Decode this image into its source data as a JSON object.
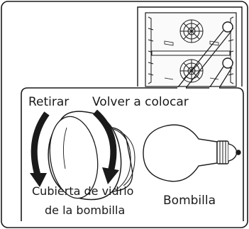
{
  "labels": {
    "remove": "Retirar",
    "replace": "Volver a colocar",
    "cover_line1": "Cubierta de vidrio",
    "cover_line2": "de la bombilla",
    "bulb": "Bombilla"
  },
  "colors": {
    "stroke": "#1a1a1a",
    "arrow": "#1a1a1a",
    "oven_fill": "#ffffff",
    "background": "#ffffff"
  }
}
